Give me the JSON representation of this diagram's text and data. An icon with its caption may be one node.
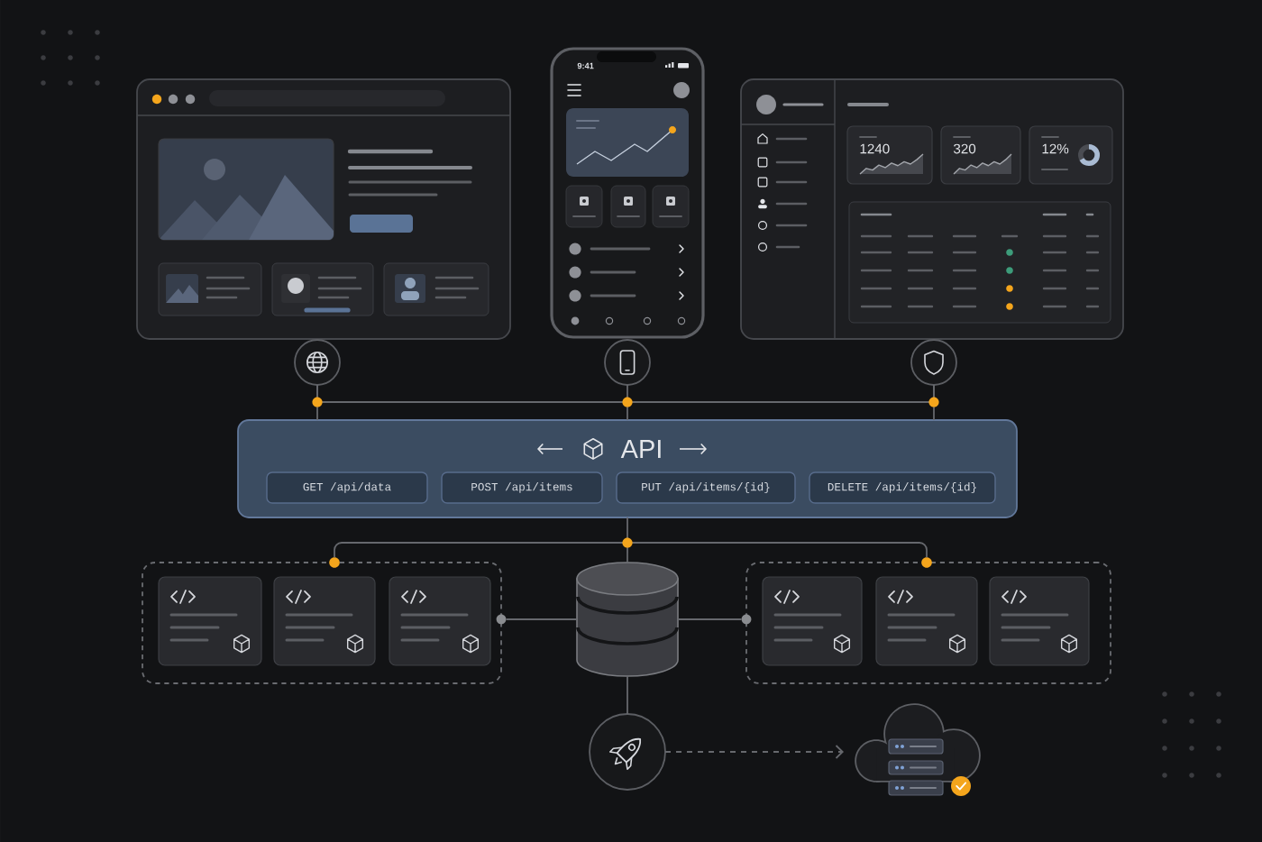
{
  "diagram": {
    "nodes": [
      {
        "text": [],
        "shape": "picture"
      },
      {
        "text": [
          "9:41"
        ]
      },
      {
        "text": [],
        "shape": "picture"
      },
      {
        "text": [
          "1240"
        ],
        "in": 2
      },
      {
        "text": [
          "320"
        ],
        "in": 2
      },
      {
        "text": [
          "12%"
        ],
        "in": 2
      },
      {
        "text": [],
        "shape": "circle"
      },
      {
        "text": [],
        "shape": "circle"
      },
      {
        "text": [],
        "shape": "circle"
      },
      {
        "text": [
          "API"
        ]
      },
      {
        "text": [
          "GET /api/data"
        ],
        "in": 9
      },
      {
        "text": [
          "POST /api/items"
        ],
        "in": 9
      },
      {
        "text": [
          "PUT /api/items/{id}"
        ],
        "in": 9
      },
      {
        "text": [
          "DELETE /api/items/{id}"
        ],
        "in": 9
      },
      {
        "text": [],
        "shape": "box"
      },
      {
        "text": [],
        "shape": "box",
        "in": 14
      },
      {
        "text": [],
        "shape": "box",
        "in": 14
      },
      {
        "text": [],
        "shape": "box",
        "in": 14
      },
      {
        "text": [],
        "shape": "cylinder"
      },
      {
        "text": [],
        "shape": "box"
      },
      {
        "text": [],
        "shape": "box",
        "in": 19
      },
      {
        "text": [],
        "shape": "box",
        "in": 19
      },
      {
        "text": [],
        "shape": "box",
        "in": 19
      },
      {
        "text": [],
        "shape": "circle"
      },
      {
        "text": [],
        "shape": "cloud"
      },
      {
        "text": [],
        "shape": "circle"
      },
      {
        "text": [],
        "shape": "circle"
      },
      {
        "text": [],
        "shape": "circle"
      },
      {
        "text": [],
        "shape": "circle"
      }
    ],
    "edges": [
      {
        "from": 6,
        "to": 9,
        "arrow": "none"
      },
      {
        "from": 7,
        "to": 9,
        "arrow": "none"
      },
      {
        "from": 8,
        "to": 9,
        "arrow": "none"
      },
      {
        "from": 9,
        "to": 18,
        "arrow": "none"
      },
      {
        "from": 9,
        "to": 25,
        "arrow": "none"
      },
      {
        "from": 9,
        "to": 26,
        "arrow": "none"
      },
      {
        "from": 18,
        "to": 27,
        "arrow": "none"
      },
      {
        "from": 18,
        "to": 28,
        "arrow": "none"
      },
      {
        "from": 18,
        "to": 23,
        "arrow": "none"
      },
      {
        "from": 23,
        "to": 24,
        "arrow": "to",
        "style": "dashed"
      },
      {
        "from": 6,
        "to": 8,
        "arrow": "none"
      }
    ]
  }
}
